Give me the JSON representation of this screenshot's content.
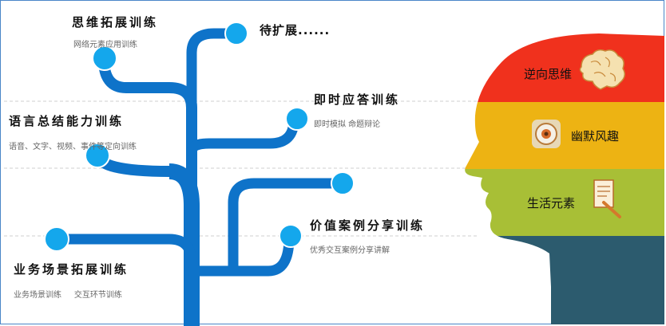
{
  "tree": {
    "branches": [
      {
        "title": "思维拓展训练",
        "subtitle": "网络元素应用训练"
      },
      {
        "title": "待扩展......",
        "subtitle": ""
      },
      {
        "title": "即时应答训练",
        "subtitle": "即时模拟  命题辩论"
      },
      {
        "title": "语言总结能力训练",
        "subtitle": "语音、文字、视频、事件等定向训练"
      },
      {
        "title": "价值案例分享训练",
        "subtitle": "优秀交互案例分享讲解"
      },
      {
        "title": "业务场景拓展训练",
        "subtitle": "业务场景训练     交互环节训练"
      }
    ],
    "trunk_color": "#0e73c9",
    "node_color": "#14a7ec"
  },
  "head": {
    "bands": [
      {
        "label": "逆向思维",
        "color": "#f0311d",
        "icon": "brain-icon"
      },
      {
        "label": "幽默风趣",
        "color": "#edb313",
        "icon": "emoji-icon"
      },
      {
        "label": "生活元素",
        "color": "#a8bf36",
        "icon": "document-pencil-icon"
      },
      {
        "label": "",
        "color": "#2c5b6e",
        "icon": ""
      }
    ]
  }
}
